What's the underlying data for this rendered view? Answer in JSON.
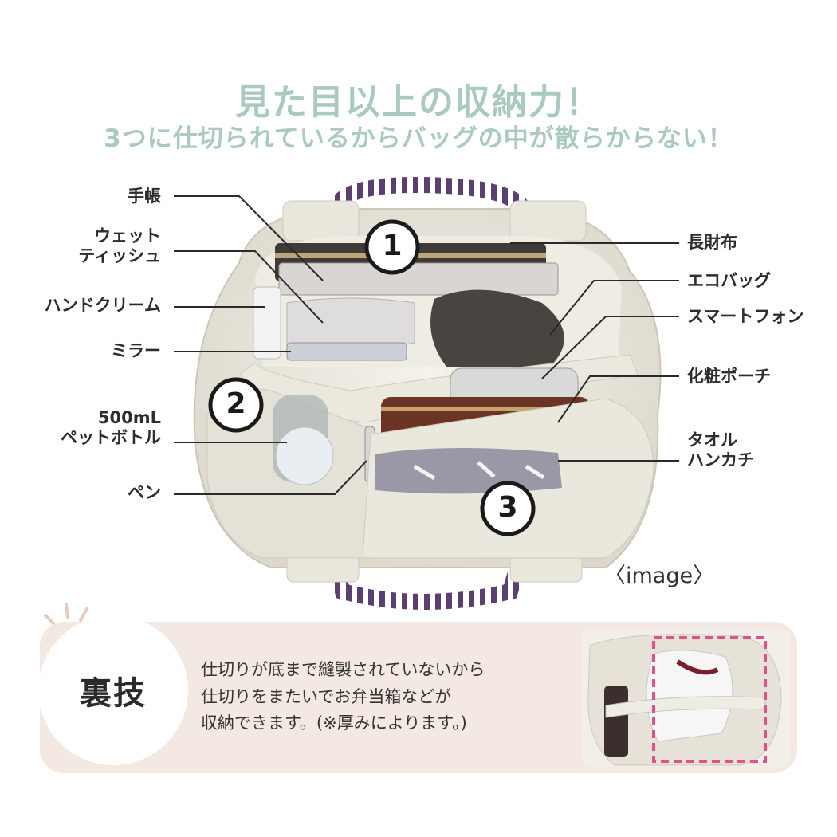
{
  "headline": {
    "line1": "見た目以上の収納力！",
    "line2": "3つに仕切られているからバッグの中が散らからない！"
  },
  "labels_left": [
    {
      "lines": [
        "手帳"
      ]
    },
    {
      "lines": [
        "ウェット",
        "ティッシュ"
      ]
    },
    {
      "lines": [
        "ハンドクリーム"
      ]
    },
    {
      "lines": [
        "ミラー"
      ]
    },
    {
      "lines": [
        "500mL",
        "ペットボトル"
      ]
    },
    {
      "lines": [
        "ペン"
      ]
    }
  ],
  "labels_right": [
    {
      "lines": [
        "長財布"
      ]
    },
    {
      "lines": [
        "エコバッグ"
      ]
    },
    {
      "lines": [
        "スマートフォン"
      ]
    },
    {
      "lines": [
        "化粧ポーチ"
      ]
    },
    {
      "lines": [
        "タオル",
        "ハンカチ"
      ]
    }
  ],
  "compartments": [
    "1",
    "2",
    "3"
  ],
  "image_caption": "〈image〉",
  "tip": {
    "title": "裏技",
    "lines": [
      "仕切りが底まで縫製されていないから",
      "仕切りをまたいでお弁当箱などが",
      "収納できます。(※厚みによります。)"
    ]
  },
  "colors": {
    "headline": "#a9c9c1",
    "tip_panel": "#f3e8e2",
    "handle_stripe": "#5a3f73",
    "dashed_outline": "#e0508a",
    "bag_canvas": "#ece9e0"
  }
}
